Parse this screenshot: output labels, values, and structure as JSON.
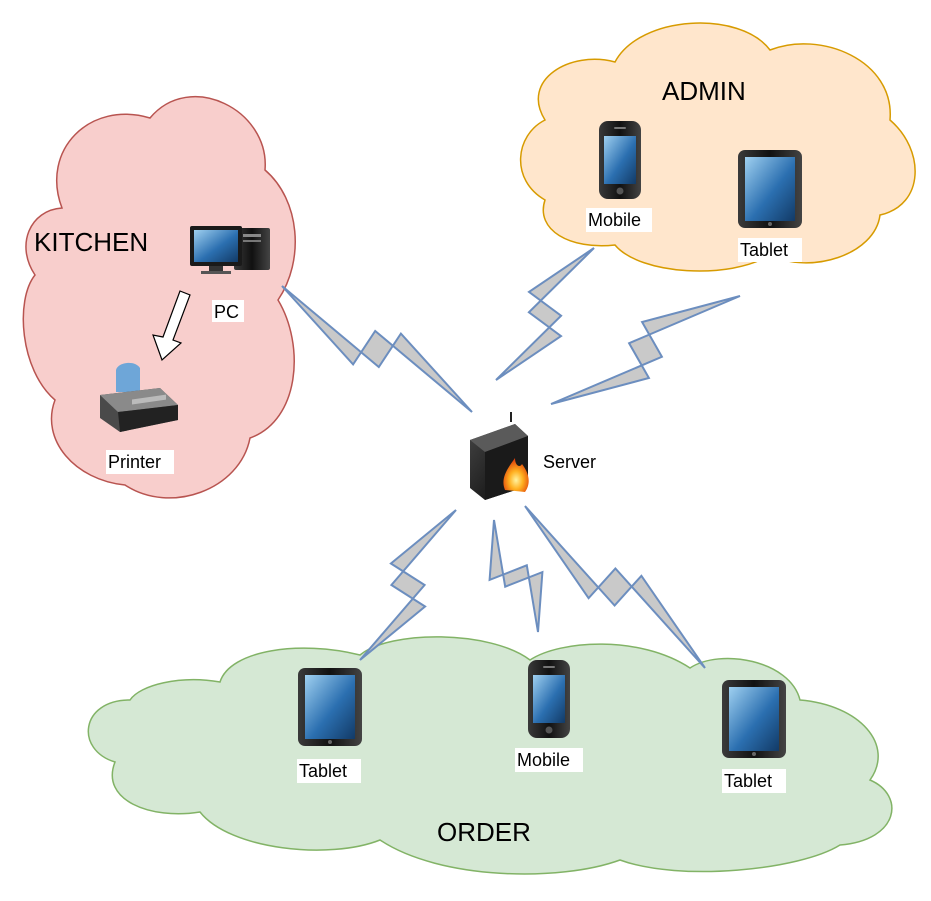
{
  "zones": {
    "kitchen": {
      "label": "KITCHEN",
      "fill": "#f8cecc",
      "stroke": "#b85450"
    },
    "admin": {
      "label": "ADMIN",
      "fill": "#ffe6cc",
      "stroke": "#d79b00"
    },
    "order": {
      "label": "ORDER",
      "fill": "#d5e8d4",
      "stroke": "#82b366"
    }
  },
  "devices": {
    "kitchen_pc": {
      "label": "PC",
      "icon": "desktop-pc-icon"
    },
    "kitchen_printer": {
      "label": "Printer",
      "icon": "printer-icon"
    },
    "admin_mobile": {
      "label": "Mobile",
      "icon": "mobile-phone-icon"
    },
    "admin_tablet": {
      "label": "Tablet",
      "icon": "tablet-icon"
    },
    "server": {
      "label": "Server",
      "icon": "firewall-server-icon"
    },
    "order_tablet_1": {
      "label": "Tablet",
      "icon": "tablet-icon"
    },
    "order_mobile": {
      "label": "Mobile",
      "icon": "mobile-phone-icon"
    },
    "order_tablet_2": {
      "label": "Tablet",
      "icon": "tablet-icon"
    }
  },
  "links": {
    "color_fill": "#c9c9c9",
    "color_stroke": "#6c8ebf",
    "connections": [
      {
        "from": "kitchen_pc",
        "to": "server",
        "type": "wireless"
      },
      {
        "from": "admin_mobile",
        "to": "server",
        "type": "wireless"
      },
      {
        "from": "admin_tablet",
        "to": "server",
        "type": "wireless"
      },
      {
        "from": "server",
        "to": "order_tablet_1",
        "type": "wireless"
      },
      {
        "from": "server",
        "to": "order_mobile",
        "type": "wireless"
      },
      {
        "from": "server",
        "to": "order_tablet_2",
        "type": "wireless"
      },
      {
        "from": "kitchen_pc",
        "to": "kitchen_printer",
        "type": "arrow"
      }
    ]
  }
}
